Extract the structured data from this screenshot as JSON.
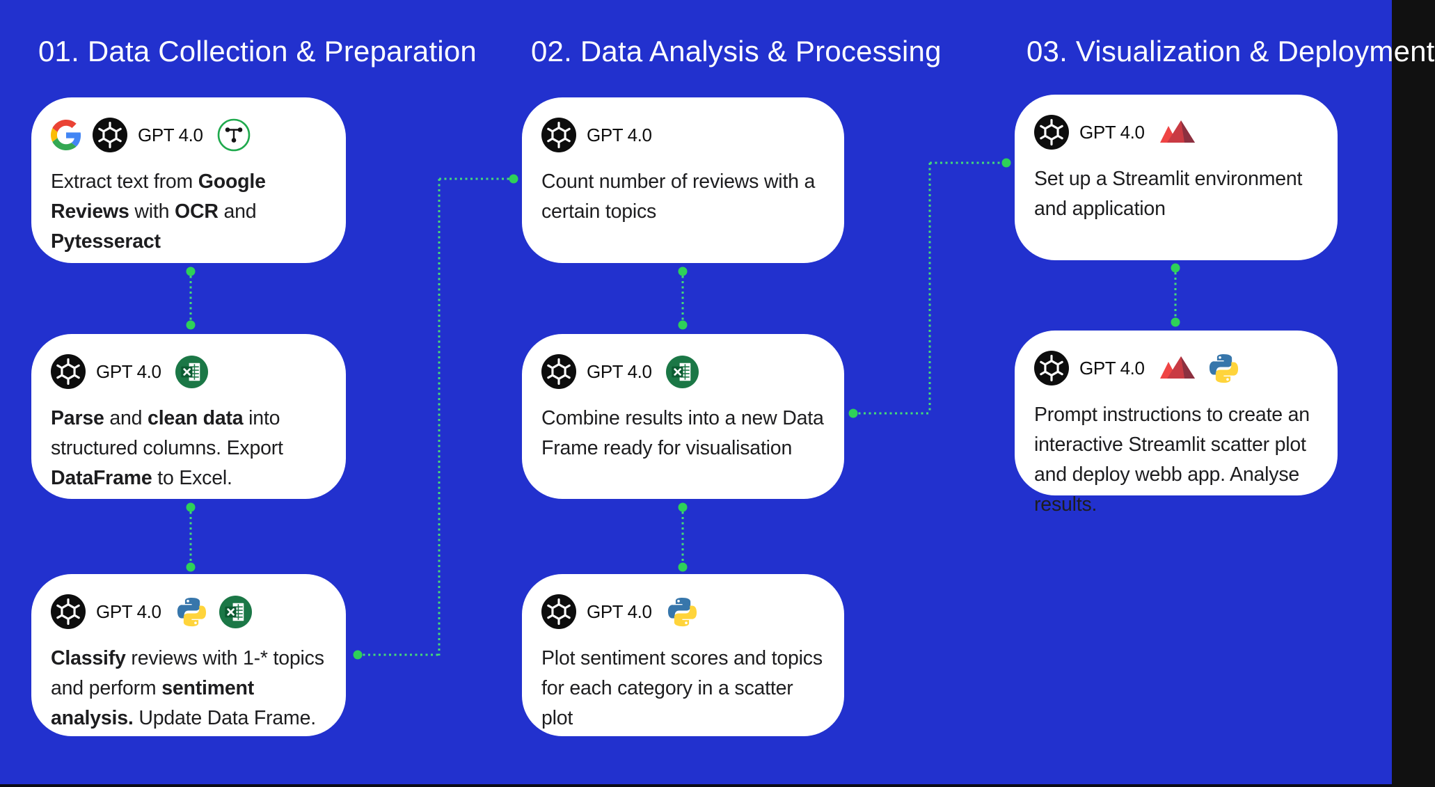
{
  "palette": {
    "background": "#2231ce",
    "card_background": "#ffffff",
    "title_color": "#ffffff",
    "body_text_color": "#1d1d1f",
    "connector_line": "#45da78",
    "connector_dot": "#2ed158",
    "excel_green": "#1b7746",
    "python_blue": "#3776ab",
    "python_yellow": "#ffd43b",
    "streamlit_red": "#ef4444",
    "openai_black": "#0d0d0d"
  },
  "icons": {
    "google": "google-g-logo",
    "openai": "openai-logo",
    "text-extract": "text-select-cursor-in-green-circle",
    "excel": "excel-logo-green-circle",
    "python": "python-two-snakes-logo",
    "streamlit": "streamlit-paper-boat-logo"
  },
  "columns": [
    {
      "title": "01. Data Collection & Preparation",
      "cards": [
        {
          "icons": [
            {
              "icon": "google"
            },
            {
              "icon": "openai",
              "label": "GPT 4.0"
            },
            {
              "icon": "text-extract"
            }
          ],
          "runs": [
            {
              "t": "Extract text from "
            },
            {
              "t": "Google Reviews",
              "b": true
            },
            {
              "t": " with "
            },
            {
              "t": "OCR",
              "b": true
            },
            {
              "t": " and "
            },
            {
              "t": "Pytesseract",
              "b": true
            }
          ]
        },
        {
          "icons": [
            {
              "icon": "openai",
              "label": "GPT 4.0"
            },
            {
              "icon": "excel"
            }
          ],
          "runs": [
            {
              "t": "Parse",
              "b": true
            },
            {
              "t": " and "
            },
            {
              "t": "clean data",
              "b": true
            },
            {
              "t": " into structured columns. Export "
            },
            {
              "t": "DataFrame",
              "b": true
            },
            {
              "t": " to Excel."
            }
          ]
        },
        {
          "icons": [
            {
              "icon": "openai",
              "label": "GPT 4.0"
            },
            {
              "icon": "python"
            },
            {
              "icon": "excel"
            }
          ],
          "runs": [
            {
              "t": "Classify",
              "b": true
            },
            {
              "t": " reviews with 1-* topics and perform "
            },
            {
              "t": "sentiment analysis.",
              "b": true
            },
            {
              "t": " Update Data Frame."
            }
          ]
        }
      ]
    },
    {
      "title": "02. Data Analysis & Processing",
      "cards": [
        {
          "icons": [
            {
              "icon": "openai",
              "label": "GPT 4.0"
            }
          ],
          "runs": [
            {
              "t": "Count number of reviews with a certain topics"
            }
          ]
        },
        {
          "icons": [
            {
              "icon": "openai",
              "label": "GPT 4.0"
            },
            {
              "icon": "excel"
            }
          ],
          "runs": [
            {
              "t": "Combine results into a new Data Frame ready for visualisation"
            }
          ]
        },
        {
          "icons": [
            {
              "icon": "openai",
              "label": "GPT 4.0"
            },
            {
              "icon": "python"
            }
          ],
          "runs": [
            {
              "t": "Plot sentiment scores and topics for each category in a scatter plot"
            }
          ]
        }
      ]
    },
    {
      "title": "03. Visualization & Deployment",
      "cards": [
        {
          "icons": [
            {
              "icon": "openai",
              "label": "GPT 4.0"
            },
            {
              "icon": "streamlit"
            }
          ],
          "runs": [
            {
              "t": "Set up a Streamlit environment and application"
            }
          ]
        },
        {
          "icons": [
            {
              "icon": "openai",
              "label": "GPT 4.0"
            },
            {
              "icon": "streamlit"
            },
            {
              "icon": "python"
            }
          ],
          "runs": [
            {
              "t": "Prompt instructions to create an interactive Streamlit scatter plot and deploy webb app. Analyse results."
            }
          ]
        }
      ]
    }
  ]
}
